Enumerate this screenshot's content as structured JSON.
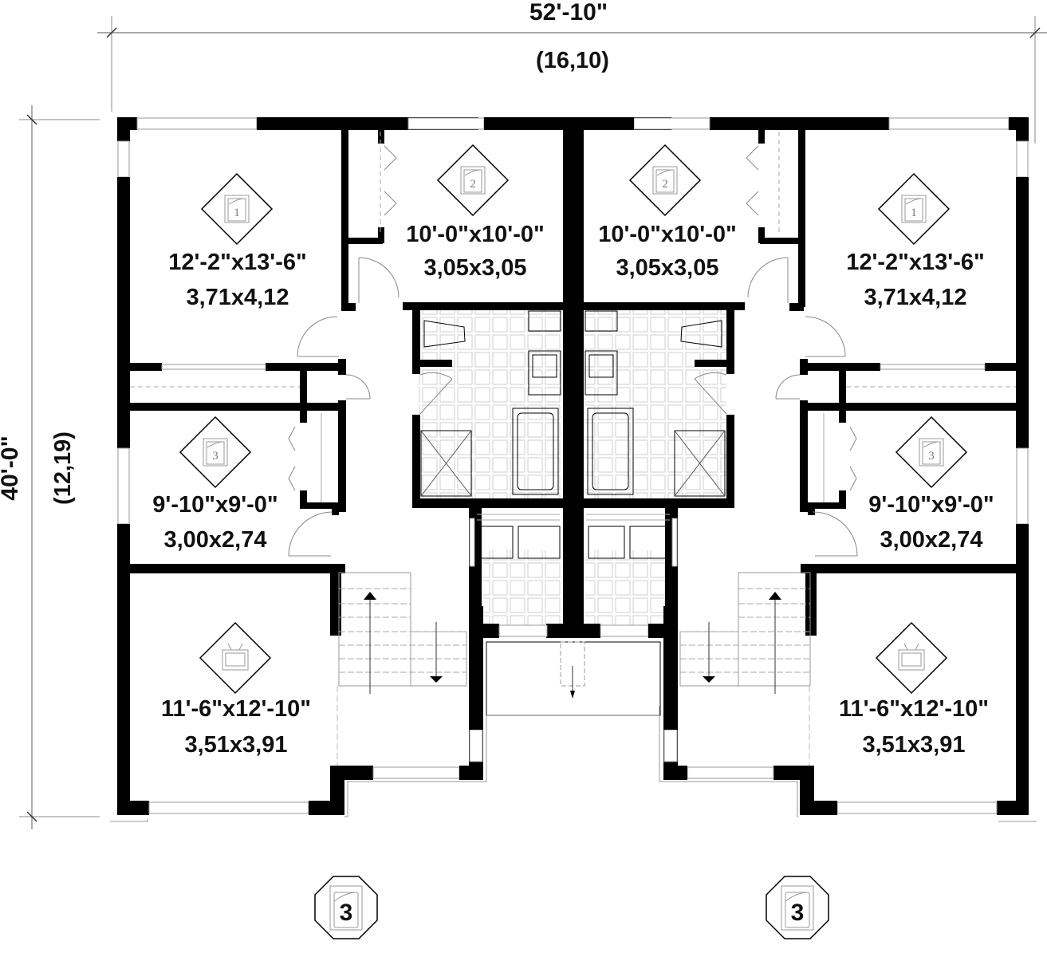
{
  "dimensions": {
    "overall_width_imperial": "52'-10\"",
    "overall_width_metric": "(16,10)",
    "overall_depth_imperial": "40'-0\"",
    "overall_depth_metric": "(12,19)"
  },
  "rooms": {
    "left_bedroom_1": {
      "badge": "1",
      "icon": "bed-icon",
      "size_imperial": "12'-2\"x13'-6\"",
      "size_metric": "3,71x4,12"
    },
    "left_bedroom_2": {
      "badge": "2",
      "icon": "bed-icon",
      "size_imperial": "10'-0\"x10'-0\"",
      "size_metric": "3,05x3,05"
    },
    "left_bedroom_3": {
      "badge": "3",
      "icon": "bed-icon",
      "size_imperial": "9'-10\"x9'-0\"",
      "size_metric": "3,00x2,74"
    },
    "left_family_room": {
      "icon": "tv-icon",
      "size_imperial": "11'-6\"x12'-10\"",
      "size_metric": "3,51x3,91"
    },
    "right_bedroom_1": {
      "badge": "1",
      "icon": "bed-icon",
      "size_imperial": "12'-2\"x13'-6\"",
      "size_metric": "3,71x4,12"
    },
    "right_bedroom_2": {
      "badge": "2",
      "icon": "bed-icon",
      "size_imperial": "10'-0\"x10'-0\"",
      "size_metric": "3,05x3,05"
    },
    "right_bedroom_3": {
      "badge": "3",
      "icon": "bed-icon",
      "size_imperial": "9'-10\"x9'-0\"",
      "size_metric": "3,00x2,74"
    },
    "right_family_room": {
      "icon": "tv-icon",
      "size_imperial": "11'-6\"x12'-10\"",
      "size_metric": "3,51x3,91"
    }
  },
  "level_badges": [
    {
      "label": "3",
      "icon": "bedroom-count-icon"
    },
    {
      "label": "3",
      "icon": "bedroom-count-icon"
    }
  ],
  "colors": {
    "wall": "#000000",
    "line": "#999999",
    "tile": "#c8c8c8",
    "background": "#ffffff"
  }
}
